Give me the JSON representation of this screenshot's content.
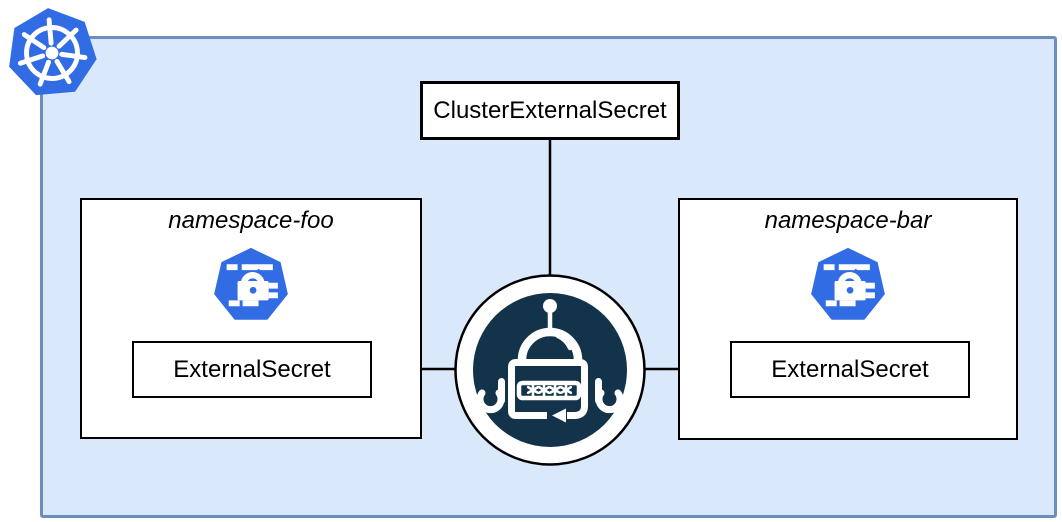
{
  "diagram": {
    "type": "kubernetes-cluster-external-secret-architecture",
    "cluster": {
      "fill_color": "#dae8fc",
      "stroke_color": "#6c8ebf",
      "icon": "kubernetes-logo"
    },
    "colors": {
      "kubernetes_blue": "#326ce5",
      "eso_navy": "#123349",
      "node_fill": "#ffffff",
      "node_stroke": "#000000"
    },
    "nodes": {
      "cluster_external_secret": {
        "label": "ClusterExternalSecret"
      },
      "operator": {
        "icon": "external-secrets-operator-robot"
      }
    },
    "namespaces": [
      {
        "title": "namespace-foo",
        "icon": "external-secret-crd",
        "secret": {
          "label": "ExternalSecret"
        }
      },
      {
        "title": "namespace-bar",
        "icon": "external-secret-crd",
        "secret": {
          "label": "ExternalSecret"
        }
      }
    ],
    "connections": [
      {
        "from": "cluster_external_secret",
        "to": "operator",
        "style": "plain-line"
      },
      {
        "from": "operator",
        "to": "namespace-foo ExternalSecret",
        "style": "arrow"
      },
      {
        "from": "operator",
        "to": "namespace-bar ExternalSecret",
        "style": "arrow"
      }
    ]
  }
}
